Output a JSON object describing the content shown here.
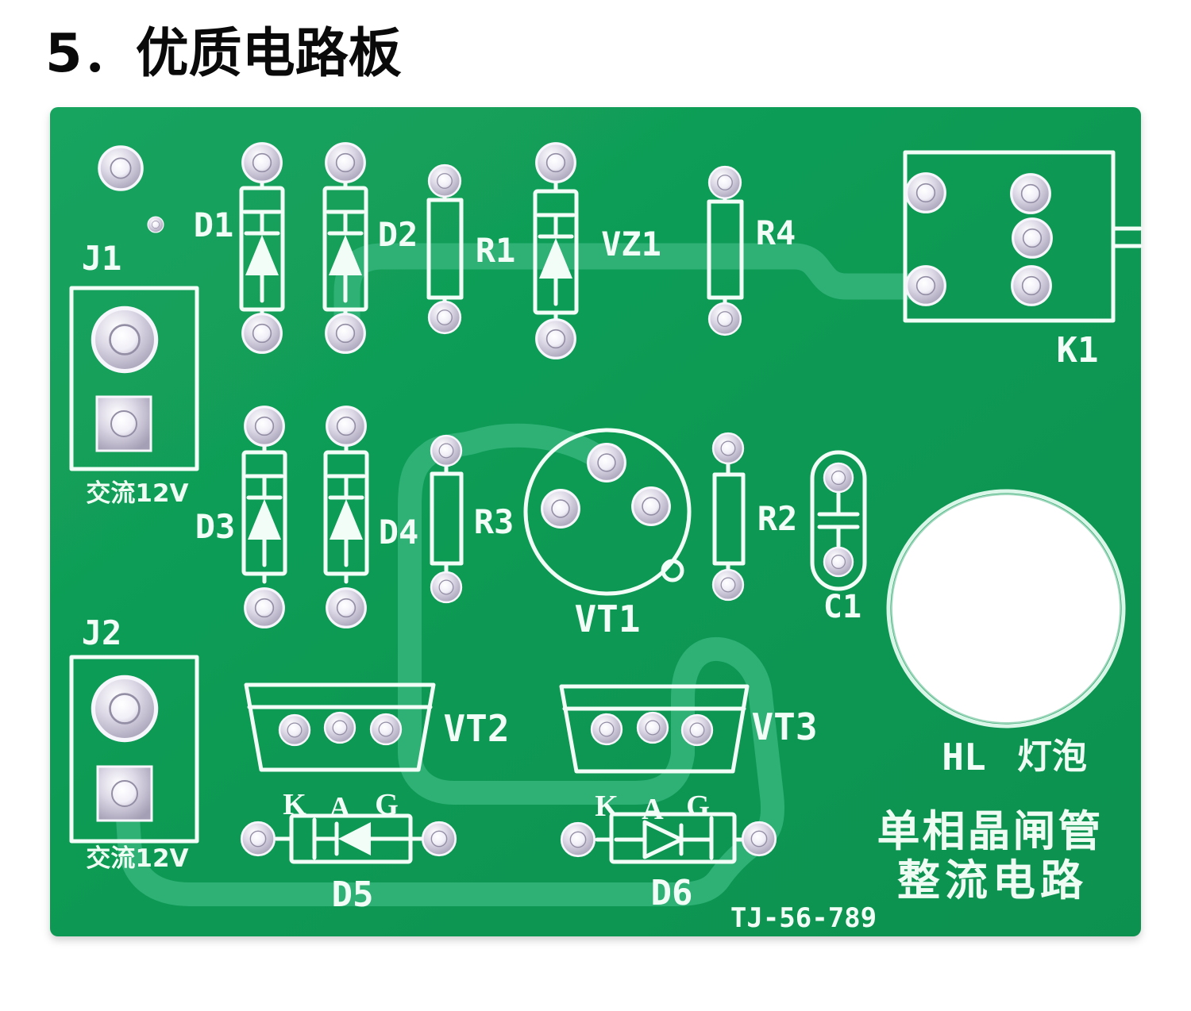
{
  "title": "5．优质电路板",
  "colors": {
    "board_green": "#0f9a53",
    "trace_green": "#2fb176",
    "silkscreen": "#f2fdf7",
    "pad_silver": "#d9d5e4",
    "title_black": "#0a0a0a"
  },
  "labels": {
    "j1": "J1",
    "j2": "J2",
    "ac12v": "交流12V",
    "d1": "D1",
    "d2": "D2",
    "d3": "D3",
    "d4": "D4",
    "d5": "D5",
    "d6": "D6",
    "r1": "R1",
    "r2": "R2",
    "r3": "R3",
    "r4": "R4",
    "vz1": "VZ1",
    "vt1": "VT1",
    "vt2": "VT2",
    "vt3": "VT3",
    "k1": "K1",
    "c1": "C1",
    "hl": "HL",
    "lamp": "灯泡",
    "pin_k": "K",
    "pin_a": "A",
    "pin_g": "G",
    "circuit_line1": "单相晶闸管",
    "circuit_line2": "整流电路",
    "part_number": "TJ-56-789"
  }
}
